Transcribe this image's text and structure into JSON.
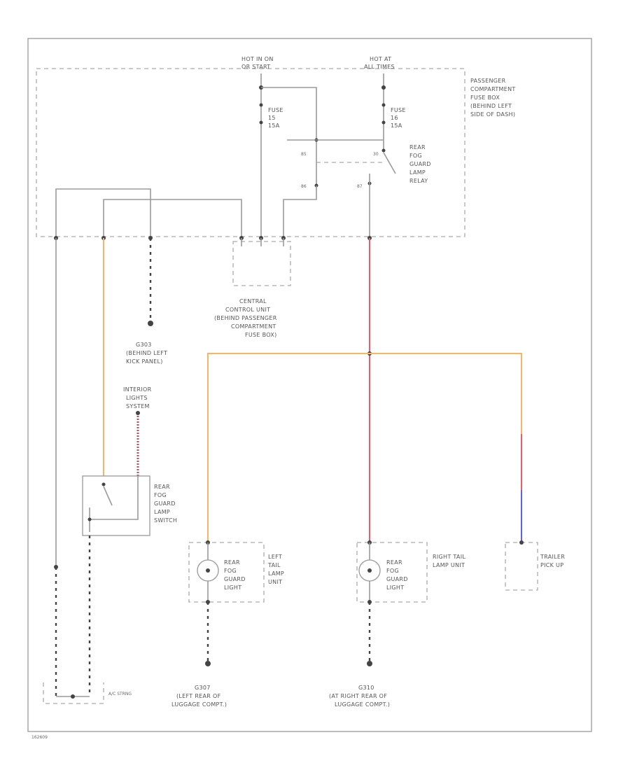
{
  "labels": {
    "hot_run": [
      "HOT IN ON",
      "OR START"
    ],
    "hot_all": [
      "HOT AT",
      "ALL TIMES"
    ],
    "pass_fusebox": [
      "PASSENGER",
      "COMPARTMENT",
      "FUSE BOX",
      "(BEHIND LEFT",
      "SIDE OF DASH)"
    ],
    "fuse1": [
      "FUSE",
      "15",
      "15A"
    ],
    "fuse2": [
      "FUSE",
      "16",
      "15A"
    ],
    "relay": [
      "REAR",
      "FOG",
      "GUARD",
      "LAMP",
      "RELAY"
    ],
    "pin85": "85",
    "pin86": "86",
    "pin30": "30",
    "pin87": "87",
    "central": [
      "CENTRAL",
      "CONTROL UNIT",
      "(BEHIND PASSENGER",
      "COMPARTMENT",
      "FUSE BOX)"
    ],
    "ground_left_side": [
      "G303",
      "(BEHIND LEFT",
      "KICK PANEL)"
    ],
    "interior_lights": [
      "INTERIOR",
      "LIGHTS",
      "SYSTEM"
    ],
    "switch": [
      "REAR",
      "FOG",
      "GUARD",
      "LAMP",
      "SWITCH"
    ],
    "left_tail": [
      "LEFT",
      "TAIL",
      "LAMP",
      "UNIT"
    ],
    "right_tail": [
      "RIGHT TAIL",
      "LAMP UNIT"
    ],
    "lamp_left": [
      "REAR",
      "FOG",
      "GUARD",
      "LIGHT"
    ],
    "lamp_right": [
      "REAR",
      "FOG",
      "GUARD",
      "LIGHT"
    ],
    "trailer": [
      "TRAILER",
      "PICK UP"
    ],
    "ground_left_rear": [
      "G307",
      "(LEFT REAR OF",
      "LUGGAGE COMPT.)"
    ],
    "ground_right_rear": [
      "G310",
      "(AT RIGHT REAR OF",
      "LUGGAGE COMPT.)"
    ],
    "ac_strng": "A/C STRNG",
    "footer_id": "162609"
  },
  "colors": {
    "orange": "#f6b46a",
    "red": "#ee5a6a",
    "blue": "#5a64e0",
    "gray": "#9a9a9a",
    "black": "#444444"
  }
}
